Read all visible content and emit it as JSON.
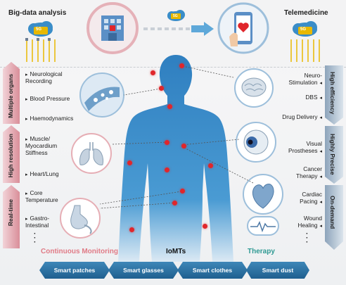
{
  "top": {
    "big_data": "Big-data analysis",
    "telemedicine": "Telemedicine",
    "cloud_5g_left": "5G",
    "cloud_5g_mid": "5G",
    "cloud_5g_right": "5G"
  },
  "left_bars": [
    {
      "label": "Multiple organs"
    },
    {
      "label": "High resolution"
    },
    {
      "label": "Real-time"
    }
  ],
  "left_items": [
    "Neurological\nRecording",
    "Blood Pressure",
    "Haemodynamics",
    "Muscle/\nMyocardium\nStiffness",
    "Heart/Lung",
    "Core\nTemperature",
    "Gastro-\nIntestinal"
  ],
  "right_bars": [
    {
      "label": "High efficiency"
    },
    {
      "label": "Highly Precise"
    },
    {
      "label": "On-demand"
    }
  ],
  "right_items": [
    "Neuro-\nStimulation",
    "DBS",
    "Drug Delivery",
    "Visual\nProstheses",
    "Cancer\nTherapy",
    "Cardiac\nPacing",
    "Wound\nHealing"
  ],
  "sections": {
    "monitoring": "Continuous Monitoring",
    "iomts": "IoMTs",
    "therapy": "Therapy"
  },
  "chips": [
    "Smart patches",
    "Smart glasses",
    "Smart clothes",
    "Smart dust"
  ],
  "colors": {
    "monitoring": "#e07b86",
    "therapy": "#2f9a93",
    "chip": "#2a6d9d",
    "sensor_dot": "#e0262b",
    "body": "#3a8dc8"
  }
}
